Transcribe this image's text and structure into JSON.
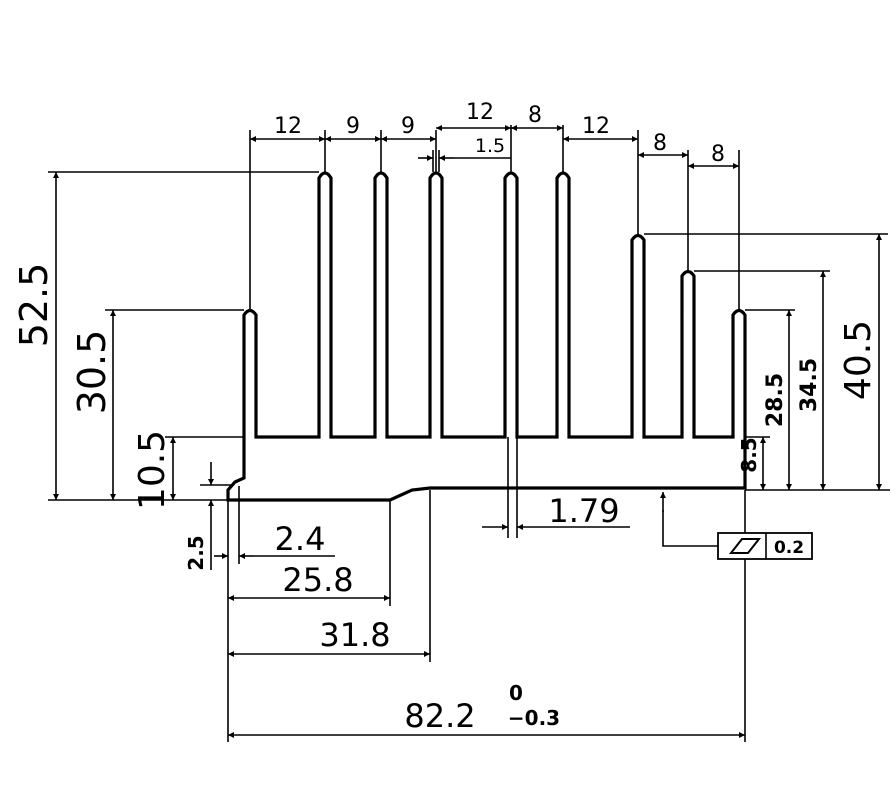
{
  "dimensions": {
    "fin_pitch_1": "12",
    "fin_pitch_2": "9",
    "fin_pitch_3": "9",
    "fin_pitch_4": "12",
    "fin_pitch_5": "8",
    "fin_pitch_6": "12",
    "fin_pitch_7": "8",
    "fin_pitch_8": "8",
    "fin_thickness": "1.5",
    "total_height": "52.5",
    "left_fin_height": "30.5",
    "base_height": "10.5",
    "step_height": "2.5",
    "corner_radius": "2.4",
    "step_width_1": "25.8",
    "step_width_2": "31.8",
    "total_width": "82.2",
    "total_width_tol_upper": "0",
    "total_width_tol_lower": "−0.3",
    "center_offset": "1.79",
    "right_fin_height_1": "40.5",
    "right_fin_height_2": "34.5",
    "right_fin_height_3": "28.5",
    "base_thickness_right": "8.5"
  },
  "flatness": {
    "symbol": "flatness-tolerance",
    "value": "0.2"
  }
}
